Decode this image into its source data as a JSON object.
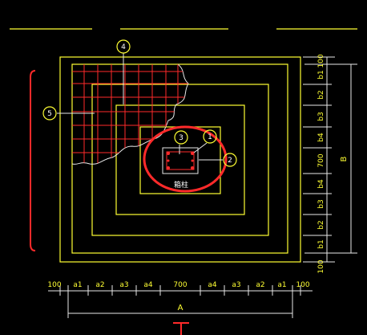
{
  "callouts": {
    "c1": "1",
    "c2": "2",
    "c3": "3",
    "c4": "4",
    "c5": "5"
  },
  "column_label": "箱柱",
  "dim_bottom": {
    "segments": [
      "100",
      "a1",
      "a2",
      "a3",
      "a4",
      "700",
      "a4",
      "a3",
      "a2",
      "a1",
      "100"
    ],
    "total": "A"
  },
  "dim_right": {
    "segments": [
      "100",
      "b1",
      "b2",
      "b3",
      "b4",
      "700",
      "b4",
      "b3",
      "b2",
      "b1",
      "100"
    ],
    "total": "B"
  },
  "colors": {
    "background": "#000000",
    "outline": "#ffff33",
    "rebar": "#ff2a2a",
    "text": "#ffffff"
  }
}
